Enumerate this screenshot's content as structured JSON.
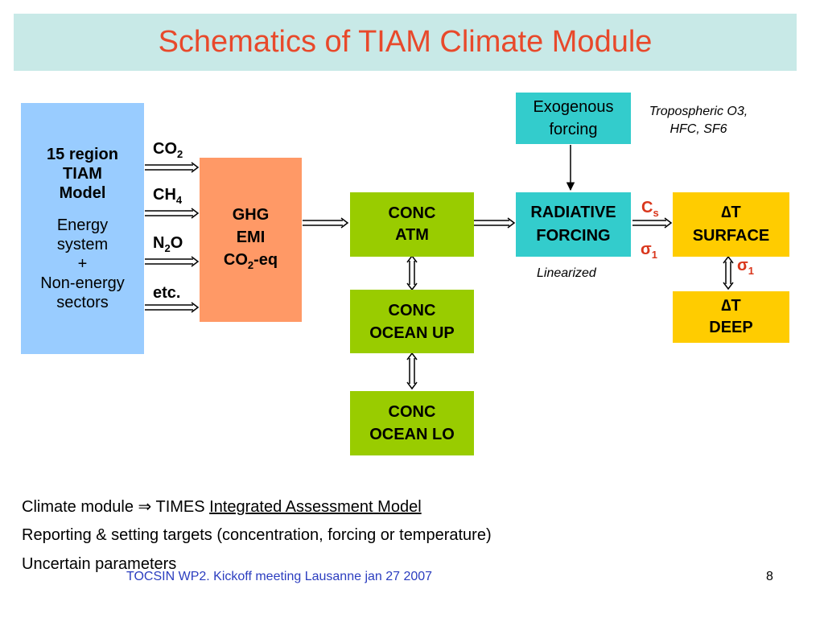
{
  "slide": {
    "title": "Schematics of TIAM Climate Module",
    "page_number": "8",
    "footer": "TOCSIN WP2. Kickoff meeting Lausanne jan 27 2007",
    "colors": {
      "title_bar": "#c8e9e7",
      "title_text": "#e8492b",
      "tiam_box": "#99ccff",
      "ghg_box": "#ff9966",
      "conc_box": "#99cc00",
      "exogenous_box": "#33cccc",
      "temperature_box": "#ffcc00",
      "red_text": "#d9361c",
      "footer_text": "#2b3dbf"
    }
  },
  "tiam": {
    "line1": "15 region",
    "line2": "TIAM",
    "line3": "Model",
    "line4": "Energy",
    "line5": "system",
    "line6": "+",
    "line7": "Non-energy",
    "line8": "sectors"
  },
  "gases": {
    "co2": {
      "base": "CO",
      "sub": "2"
    },
    "ch4": {
      "base": "CH",
      "sub": "4"
    },
    "n2o": {
      "pre": "N",
      "sub": "2",
      "post": "O"
    },
    "etc": "etc."
  },
  "ghg": {
    "line1": "GHG",
    "line2": "EMI",
    "line3_base": "CO",
    "line3_sub": "2",
    "line3_post": "-eq"
  },
  "conc_atm": {
    "line1": "CONC",
    "line2": "ATM"
  },
  "conc_ocean_up": {
    "line1": "CONC",
    "line2": "OCEAN UP"
  },
  "conc_ocean_lo": {
    "line1": "CONC",
    "line2": "OCEAN LO"
  },
  "exogenous": {
    "line1": "Exogenous",
    "line2": "forcing"
  },
  "exogenous_note": {
    "line1": "Tropospheric O3,",
    "line2": "HFC, SF6"
  },
  "radiative": {
    "line1": "RADIATIVE",
    "line2": "FORCING"
  },
  "linearized": "Linearized",
  "params": {
    "cs_base": "C",
    "cs_sub": "s",
    "sigma_base": "σ",
    "sigma_sub": "1"
  },
  "dt_surface": {
    "delta": "∆",
    "line1": "T",
    "line2": "SURFACE"
  },
  "dt_deep": {
    "delta": "∆",
    "line1": "T",
    "line2": "DEEP"
  },
  "bullets": {
    "b1_prefix": "Climate module ",
    "b1_arrow": "⇒",
    "b1_mid": " TIMES ",
    "b1_link": "Integrated Assessment Model",
    "b2": "Reporting & setting targets (concentration, forcing or temperature)",
    "b3": "Uncertain parameters"
  }
}
